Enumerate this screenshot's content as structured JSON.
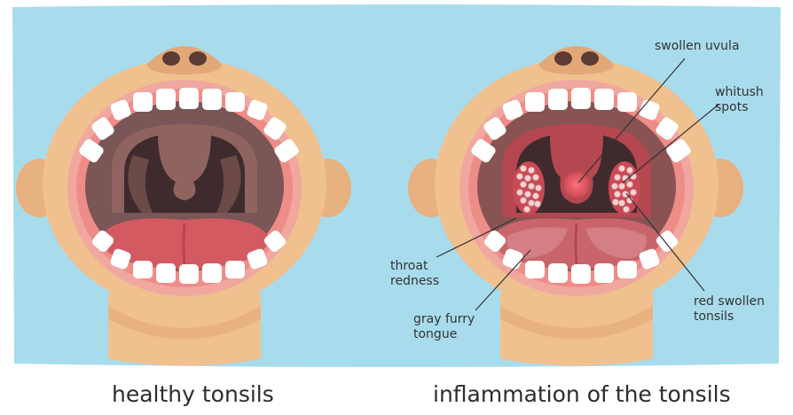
{
  "panels": {
    "healthy": {
      "caption": "healthy tonsils"
    },
    "inflamed": {
      "caption": "inflammation of the tonsils"
    }
  },
  "callouts": {
    "swollen_uvula": "swollen uvula",
    "whitish_spots_1": "whitush",
    "whitish_spots_2": "spots",
    "throat_redness_1": "throat",
    "throat_redness_2": "redness",
    "gray_furry_tongue_1": "gray furry",
    "gray_furry_tongue_2": "tongue",
    "red_swollen_tonsils_1": "red swollen",
    "red_swollen_tonsils_2": "tonsils"
  },
  "colors": {
    "background": "#a8dced",
    "skin": "#f1c08f",
    "skin_shadow": "#e2a877",
    "lips": "#f0a7a0",
    "gums": "#ee8c88",
    "teeth": "#ffffff",
    "mouth_interior": "#7a5656",
    "throat_dark": "#3f2b2e",
    "tongue": "#d45a62",
    "inflamed_red": "#c94a55",
    "whitish_spots": "#f6d3d3",
    "label_text": "#333333"
  }
}
